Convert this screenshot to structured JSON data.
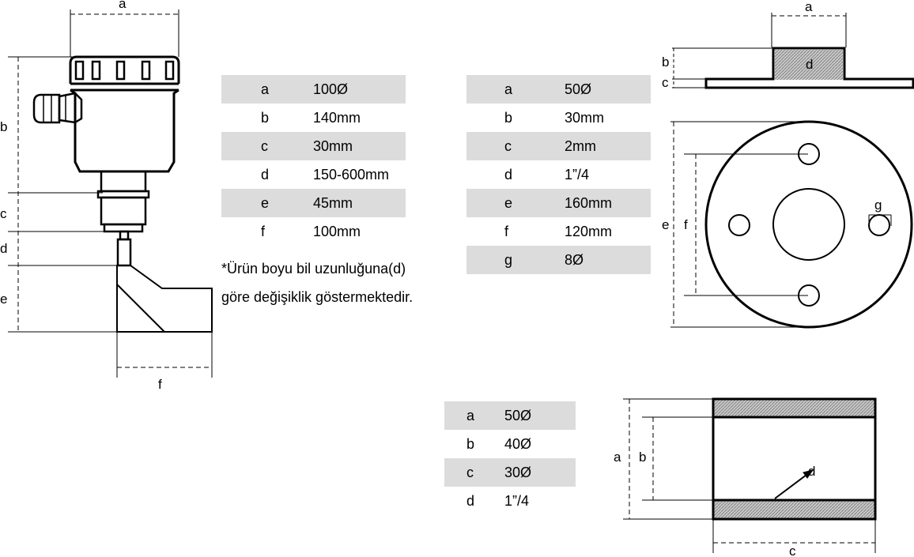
{
  "figure1": {
    "dim_labels": {
      "a": "a",
      "b": "b",
      "c": "c",
      "d": "d",
      "e": "e",
      "f": "f"
    },
    "table": [
      {
        "key": "a",
        "value": "100Ø"
      },
      {
        "key": "b",
        "value": "140mm"
      },
      {
        "key": "c",
        "value": "30mm"
      },
      {
        "key": "d",
        "value": "150-600mm"
      },
      {
        "key": "e",
        "value": "45mm"
      },
      {
        "key": "f",
        "value": "100mm"
      }
    ],
    "note_line1": "*Ürün boyu bil uzunluğuna(d)",
    "note_line2": "göre değişiklik göstermektedir."
  },
  "figure2": {
    "dim_labels": {
      "a": "a",
      "b": "b",
      "c": "c",
      "d": "d",
      "e": "e",
      "f": "f",
      "g": "g"
    },
    "table": [
      {
        "key": "a",
        "value": "50Ø"
      },
      {
        "key": "b",
        "value": "30mm"
      },
      {
        "key": "c",
        "value": "2mm"
      },
      {
        "key": "d",
        "value": "1”/4"
      },
      {
        "key": "e",
        "value": "160mm"
      },
      {
        "key": "f",
        "value": "120mm"
      },
      {
        "key": "g",
        "value": "8Ø"
      }
    ]
  },
  "figure3": {
    "dim_labels": {
      "a": "a",
      "b": "b",
      "c": "c",
      "d": "d"
    },
    "table": [
      {
        "key": "a",
        "value": "50Ø"
      },
      {
        "key": "b",
        "value": "40Ø"
      },
      {
        "key": "c",
        "value": "30Ø"
      },
      {
        "key": "d",
        "value": "1”/4"
      }
    ]
  }
}
